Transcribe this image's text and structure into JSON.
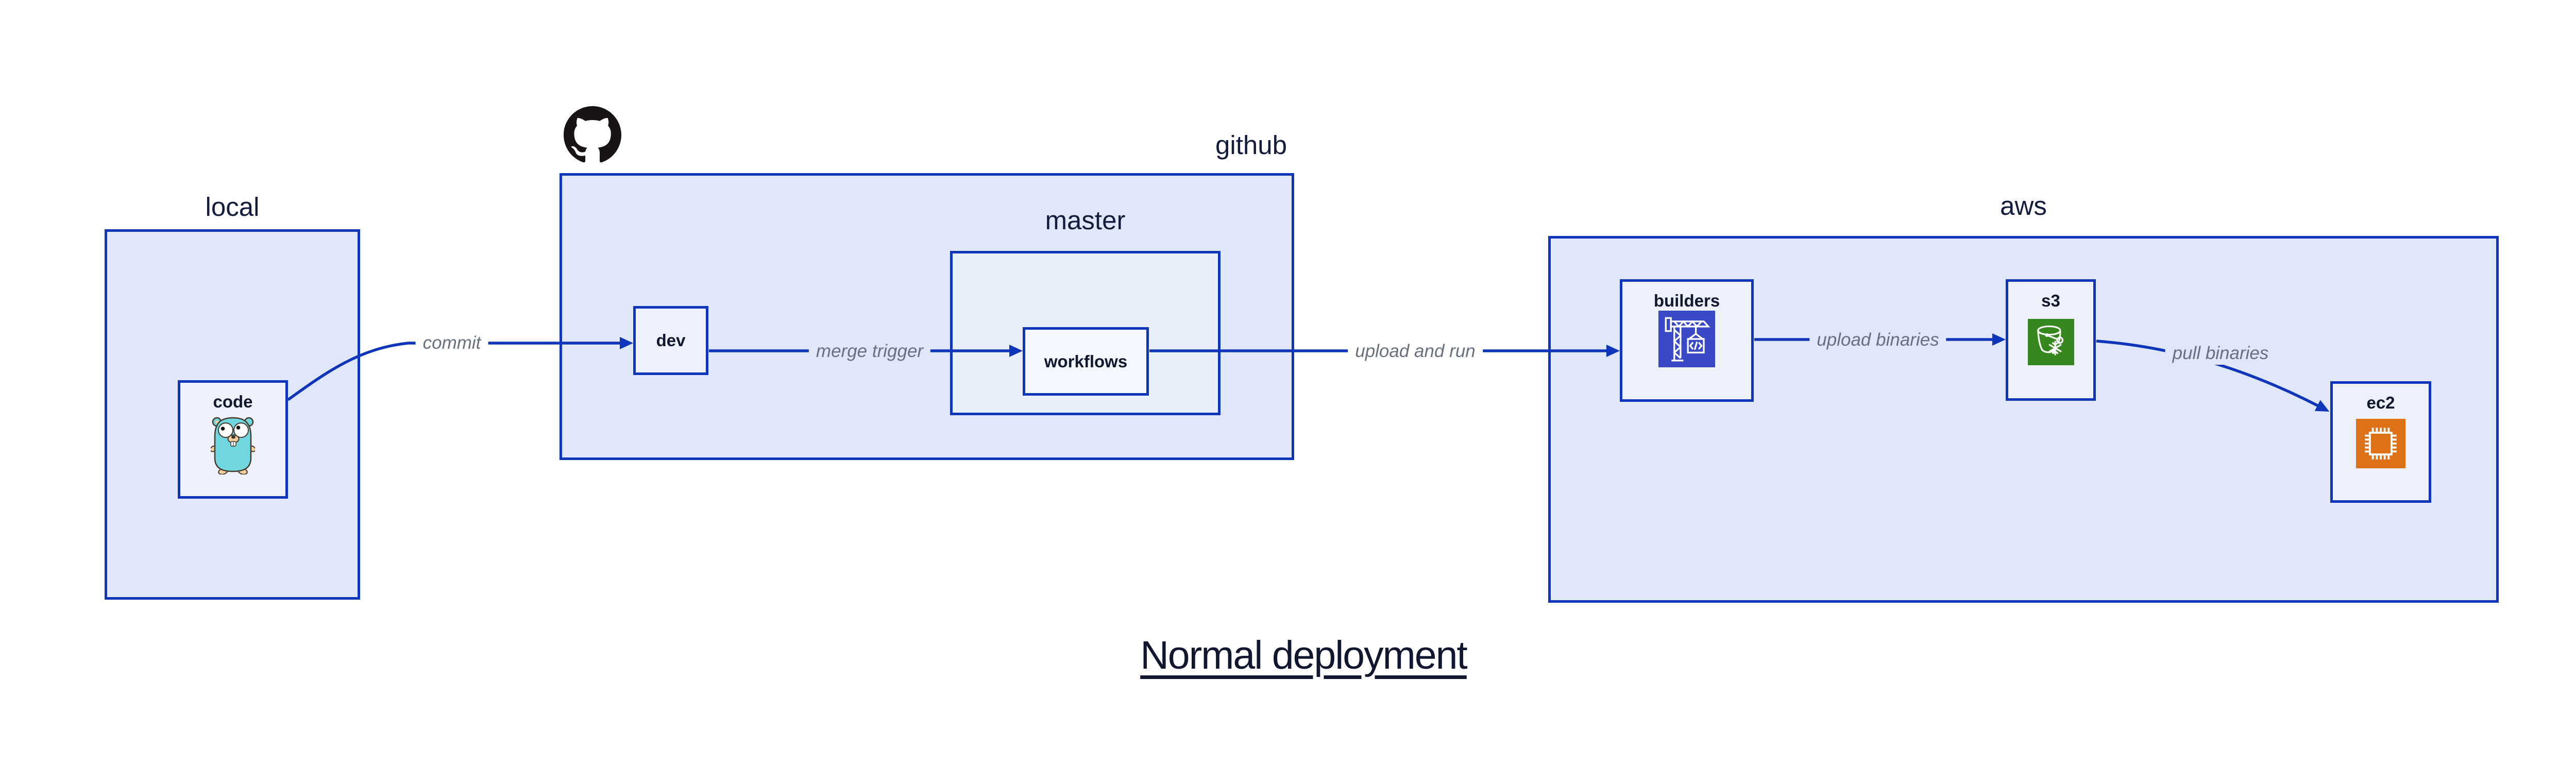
{
  "title": "Normal deployment",
  "groups": {
    "local": {
      "label": "local"
    },
    "github": {
      "label": "github"
    },
    "master": {
      "label": "master"
    },
    "aws": {
      "label": "aws"
    }
  },
  "nodes": {
    "code": {
      "label": "code",
      "icon": "go-gopher-icon"
    },
    "dev": {
      "label": "dev"
    },
    "workflows": {
      "label": "workflows"
    },
    "builders": {
      "label": "builders",
      "icon": "aws-codebuild-crane-icon"
    },
    "s3": {
      "label": "s3",
      "icon": "aws-s3-glacier-bucket-icon"
    },
    "ec2": {
      "label": "ec2",
      "icon": "aws-ec2-chip-icon"
    }
  },
  "edges": {
    "commit": {
      "label": "commit",
      "from": "code",
      "to": "dev"
    },
    "merge_trigger": {
      "label": "merge trigger",
      "from": "dev",
      "to": "workflows"
    },
    "upload_and_run": {
      "label": "upload and run",
      "from": "workflows",
      "to": "builders"
    },
    "upload_binaries": {
      "label": "upload binaries",
      "from": "builders",
      "to": "s3"
    },
    "pull_binaries": {
      "label": "pull binaries",
      "from": "s3",
      "to": "ec2"
    }
  },
  "colors": {
    "stroke_blue": "#0e35ba",
    "group_fill": "#e1e7fa",
    "master_fill": "#e9eefb",
    "node_fill": "#eef1fc",
    "workflows_fill": "#f5f7fe",
    "label_navy": "#131c3b",
    "edge_label_gray": "#68707e",
    "builders_icon_bg": "#3a49c5",
    "s3_icon_bg": "#36871d",
    "ec2_icon_bg": "#dc7117",
    "github_logo": "#191414",
    "gopher_body": "#6fd7dd",
    "gopher_accent": "#f2cf9d"
  }
}
